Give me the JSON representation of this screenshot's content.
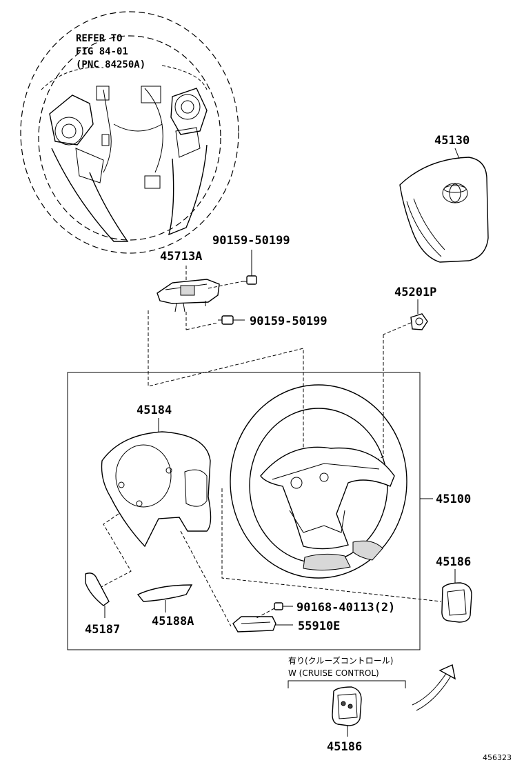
{
  "reference": {
    "line1": "REFER TO",
    "line2": "FIG 84-01",
    "line3": "(PNC 84250A)"
  },
  "callouts": {
    "p45130": "45130",
    "p90159a": "90159-50199",
    "p45713a": "45713A",
    "p90159b": "90159-50199",
    "p45201p": "45201P",
    "p45184": "45184",
    "p45100": "45100",
    "p45186a": "45186",
    "p90168": "90168-40113(2)",
    "p55910e": "55910E",
    "p45187": "45187",
    "p45188a": "45188A",
    "p45186b": "45186"
  },
  "option": {
    "japanese": "有り(クルーズコントロール)",
    "english": "W (CRUISE CONTROL)"
  },
  "figure_id": "456323"
}
